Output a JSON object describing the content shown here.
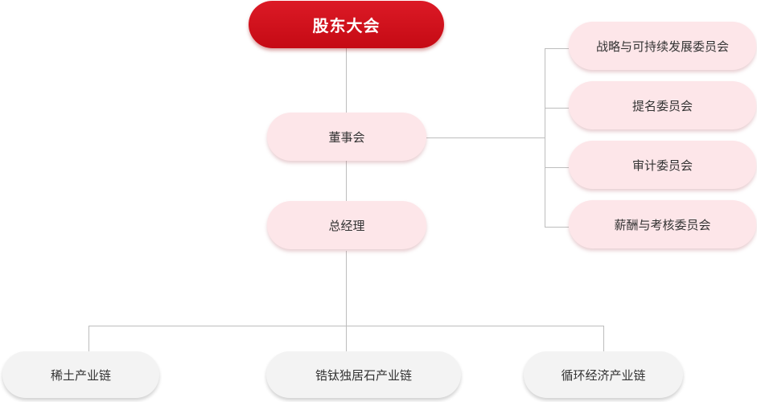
{
  "top": {
    "label": "股东大会"
  },
  "board": {
    "label": "董事会"
  },
  "manager": {
    "label": "总经理"
  },
  "committees": [
    {
      "label": "战略与可持续发展委员会"
    },
    {
      "label": "提名委员会"
    },
    {
      "label": "审计委员会"
    },
    {
      "label": "薪酬与考核委员会"
    }
  ],
  "chains": [
    {
      "label": "稀土产业链"
    },
    {
      "label": "锆钛独居石产业链"
    },
    {
      "label": "循环经济产业链"
    }
  ],
  "colors": {
    "primary": "#c8101a",
    "pink": "#fde6e9",
    "grey": "#f3f3f3",
    "line": "#bdbdbd"
  }
}
